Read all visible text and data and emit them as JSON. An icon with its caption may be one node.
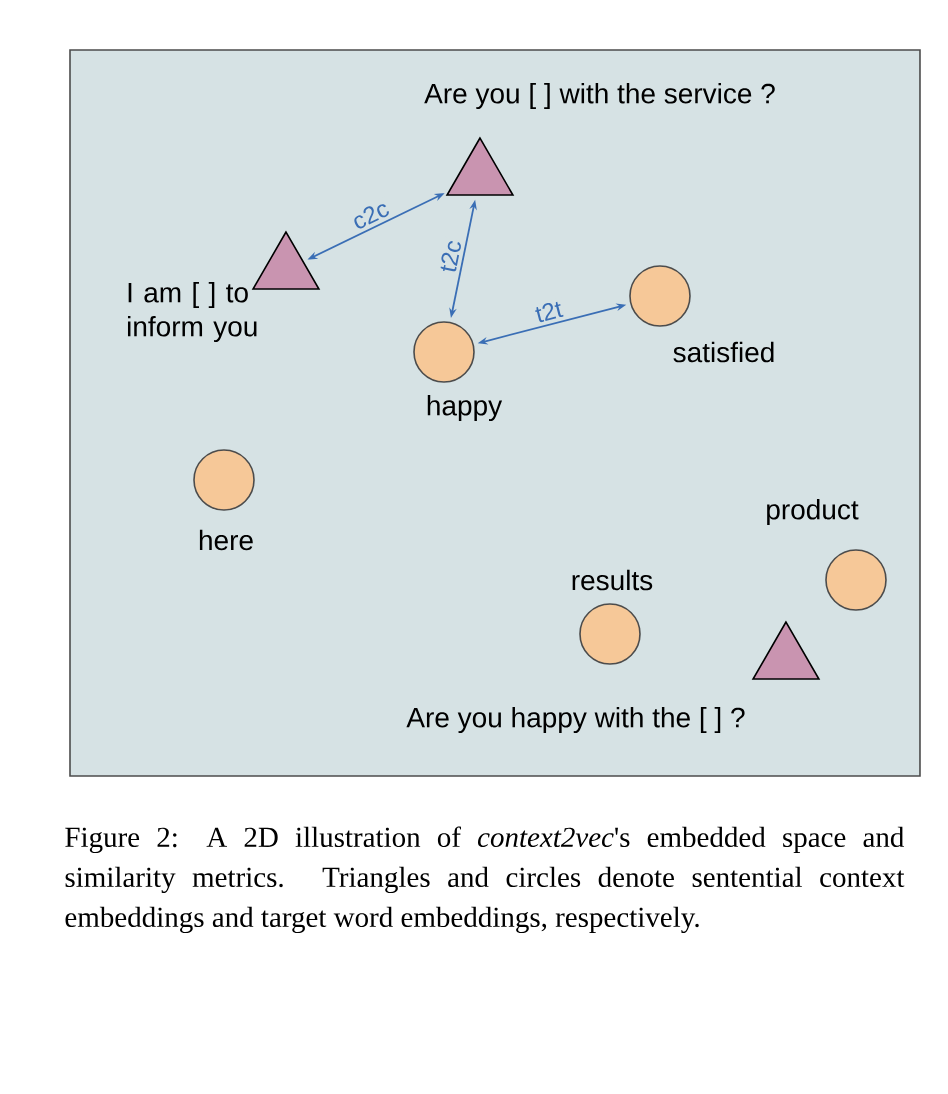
{
  "diagram": {
    "caption": "Figure 2: A 2D illustration of *context2vec*'s embedded space and similarity metrics. Triangles and circles denote sentential context embeddings and target word embeddings, respectively.",
    "nodes": [
      {
        "text": [],
        "shape": "triangle",
        "beside": [
          "Are you [ ] with the service ?"
        ]
      },
      {
        "text": [],
        "shape": "triangle",
        "beside": [
          "I am [ ] to inform you"
        ]
      },
      {
        "text": [],
        "shape": "circle",
        "beside": [
          "happy"
        ]
      },
      {
        "text": [],
        "shape": "circle",
        "beside": [
          "satisfied"
        ]
      },
      {
        "text": [],
        "shape": "circle",
        "beside": [
          "here"
        ]
      },
      {
        "text": [],
        "shape": "circle",
        "beside": [
          "results"
        ]
      },
      {
        "text": [],
        "shape": "circle",
        "beside": [
          "product"
        ]
      },
      {
        "text": [],
        "shape": "triangle",
        "beside": [
          "Are you happy with the [ ] ?"
        ]
      }
    ],
    "edges": [
      {
        "from": 1,
        "to": 0,
        "arrow": "both",
        "label": "c2c"
      },
      {
        "from": 2,
        "to": 0,
        "arrow": "both",
        "label": "t2c"
      },
      {
        "from": 2,
        "to": 3,
        "arrow": "both",
        "label": "t2t"
      }
    ]
  }
}
